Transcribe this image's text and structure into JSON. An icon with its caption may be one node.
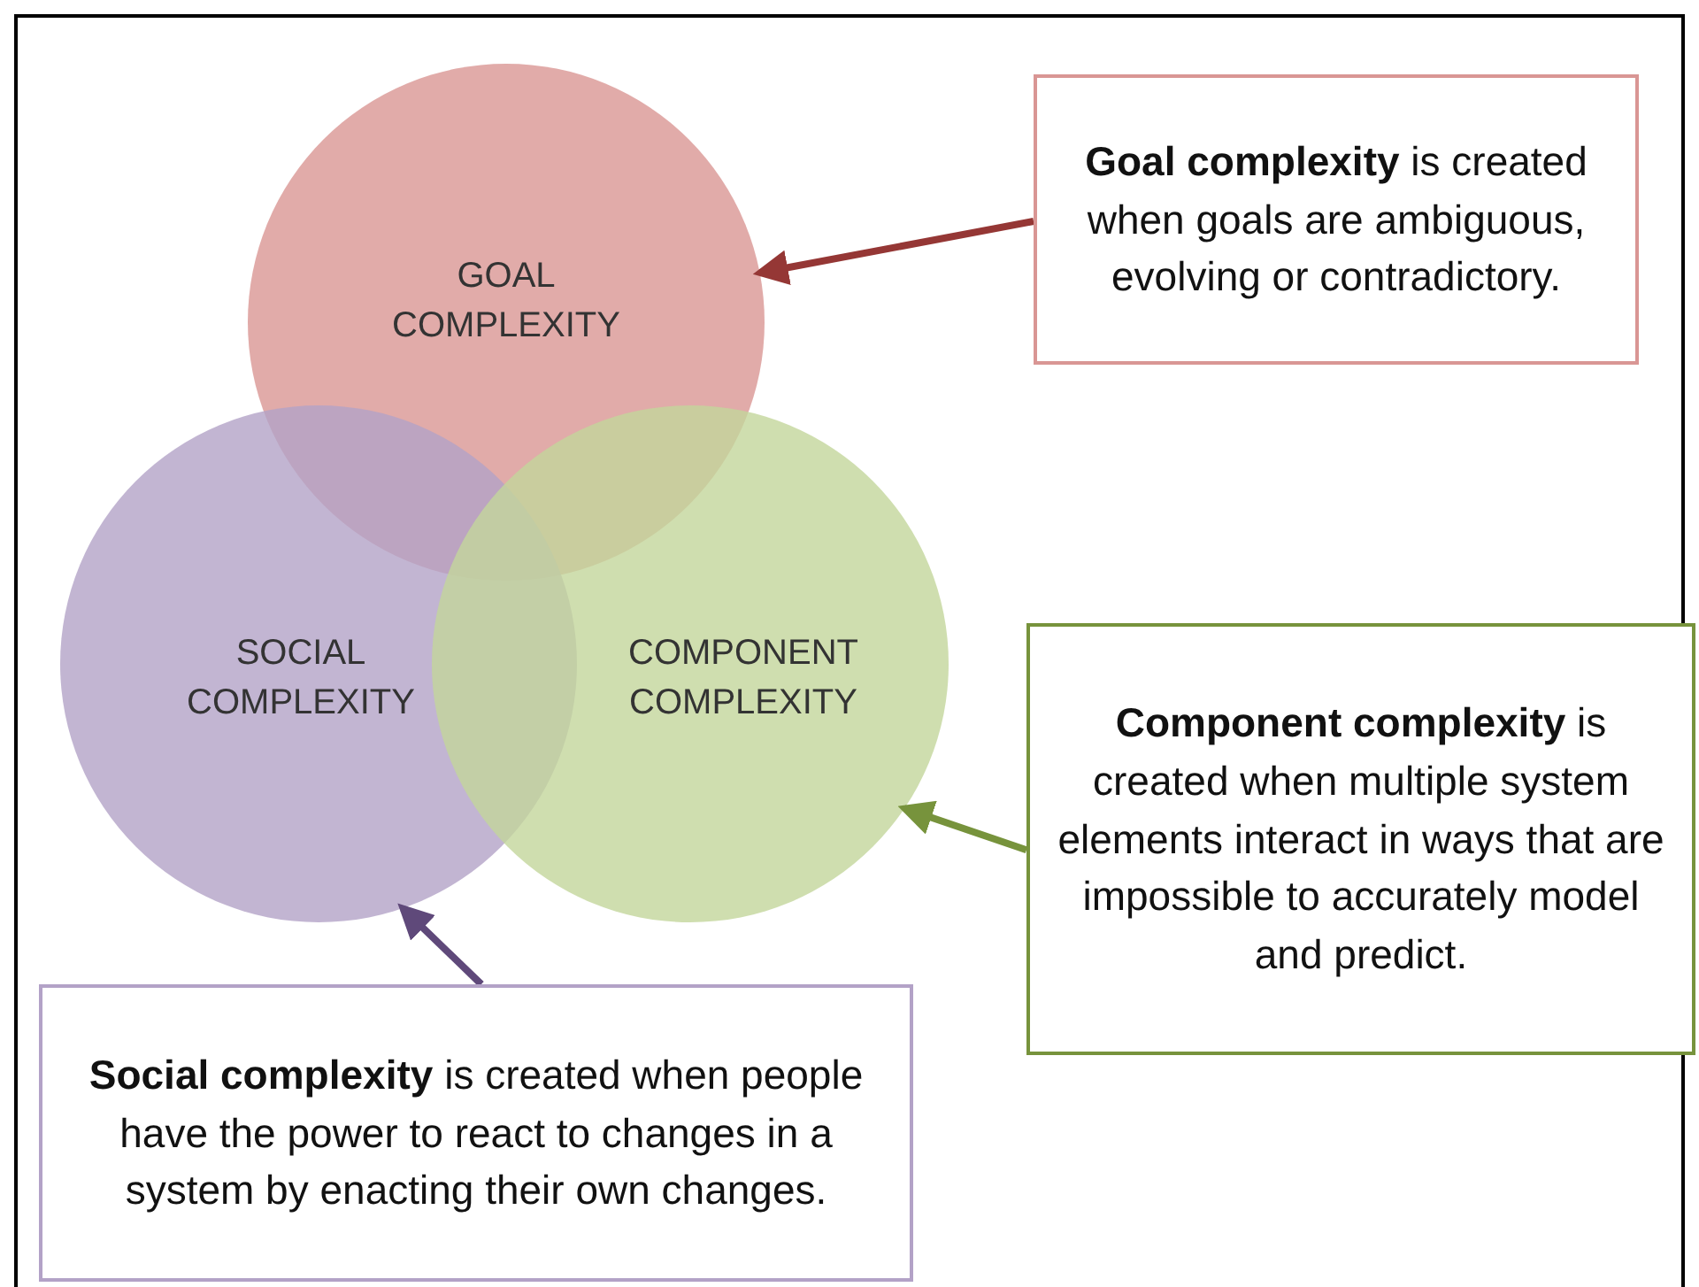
{
  "diagram": {
    "nodes": [
      {
        "text": [
          "GOAL COMPLEXITY"
        ]
      },
      {
        "text": [
          "**Goal complexity** is created when goals are ambiguous, evolving or contradictory."
        ]
      },
      {
        "text": [
          "SOCIAL COMPLEXITY"
        ]
      },
      {
        "text": [
          "COMPONENT COMPLEXITY"
        ]
      },
      {
        "text": [
          "**Component complexity** is created when multiple system elements interact in ways that are impossible to accurately model and predict."
        ]
      },
      {
        "text": [
          "**Social complexity** is created when people have the power to react to changes in a system by enacting their own changes."
        ]
      }
    ],
    "edges": [
      {
        "from": 1,
        "to": 0,
        "arrow": "to",
        "color": "#953735"
      },
      {
        "from": 4,
        "to": 3,
        "arrow": "to",
        "color": "#77933c"
      },
      {
        "from": 5,
        "to": 2,
        "arrow": "to",
        "color": "#5f497a"
      }
    ]
  }
}
